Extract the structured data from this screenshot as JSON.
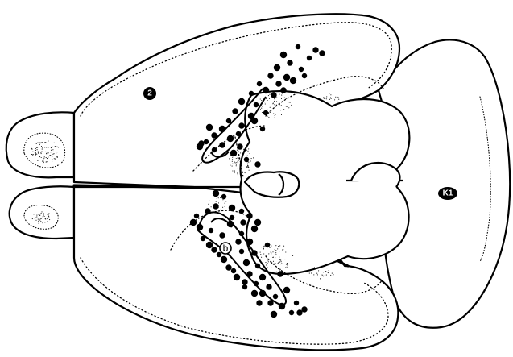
{
  "diagram": {
    "labels": [
      {
        "id": "label-2",
        "text": "2"
      },
      {
        "id": "label-k1",
        "text": "K1"
      },
      {
        "id": "label-b",
        "text": "b"
      }
    ],
    "line_color": "#000000",
    "background": "#ffffff",
    "marker_color": "#000000",
    "dot_markers_left_hemisphere": 48,
    "dot_markers_right_hemisphere": 45
  }
}
